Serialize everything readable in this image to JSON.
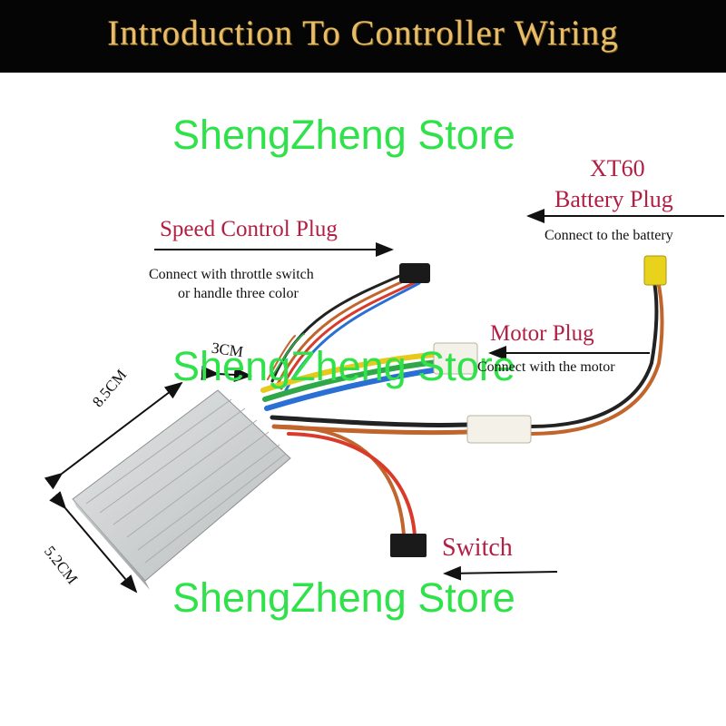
{
  "title": "Introduction To Controller Wiring",
  "watermark": "ShengZheng Store",
  "labels": {
    "battery": {
      "line1": "XT60",
      "line2": "Battery Plug",
      "desc": "Connect to the battery"
    },
    "speed": {
      "title": "Speed Control Plug",
      "desc_line1": "Connect with throttle switch",
      "desc_line2": "or handle three color"
    },
    "motor": {
      "title": "Motor Plug",
      "desc": "Connect with the motor"
    },
    "switch": {
      "title": "Switch"
    }
  },
  "dimensions": {
    "height": "3CM",
    "length": "8.5CM",
    "width": "5.2CM"
  },
  "colors": {
    "banner_text": "#e7bd6a",
    "watermark": "#2fe24a",
    "label": "#b21f43"
  }
}
